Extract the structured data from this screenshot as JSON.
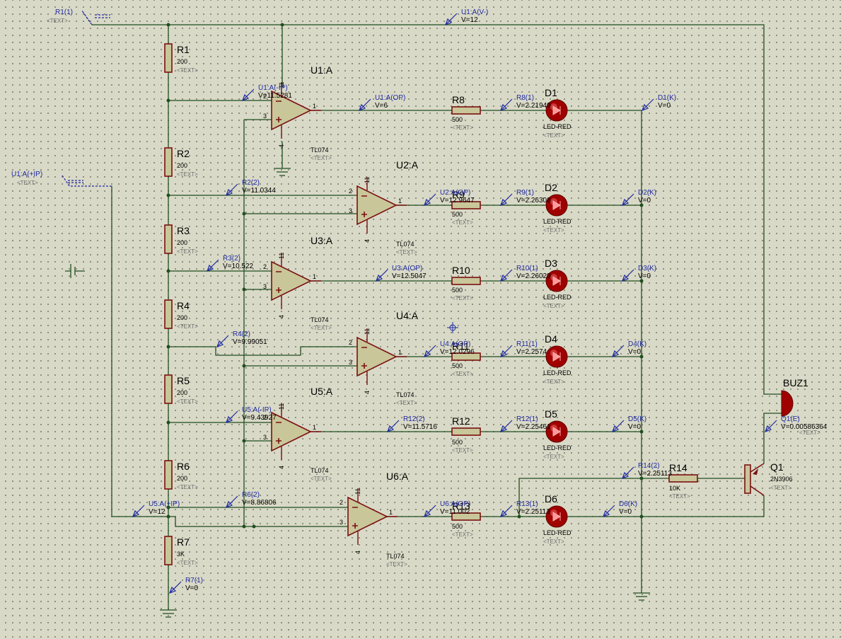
{
  "resistors": [
    {
      "ref": "R1",
      "value": "200",
      "tag": "<TEXT>"
    },
    {
      "ref": "R2",
      "value": "200",
      "tag": "<TEXT>"
    },
    {
      "ref": "R3",
      "value": "200",
      "tag": "<TEXT>"
    },
    {
      "ref": "R4",
      "value": "200",
      "tag": "<TEXT>"
    },
    {
      "ref": "R5",
      "value": "200",
      "tag": "<TEXT>"
    },
    {
      "ref": "R6",
      "value": "200",
      "tag": "<TEXT>"
    },
    {
      "ref": "R7",
      "value": "3K",
      "tag": "<TEXT>"
    },
    {
      "ref": "R8",
      "value": "500",
      "tag": "<TEXT>"
    },
    {
      "ref": "R9",
      "value": "500",
      "tag": "<TEXT>"
    },
    {
      "ref": "R10",
      "value": "500",
      "tag": "<TEXT>"
    },
    {
      "ref": "R11",
      "value": "500",
      "tag": "<TEXT>"
    },
    {
      "ref": "R12",
      "value": "500",
      "tag": "<TEXT>"
    },
    {
      "ref": "R13",
      "value": "500",
      "tag": "<TEXT>"
    },
    {
      "ref": "R14",
      "value": "10K",
      "tag": "<TEXT>"
    }
  ],
  "opamps": [
    {
      "ref": "U1:A",
      "part": "TL074",
      "tag": "<TEXT>"
    },
    {
      "ref": "U2:A",
      "part": "TL074",
      "tag": "<TEXT>"
    },
    {
      "ref": "U3:A",
      "part": "TL074",
      "tag": "<TEXT>"
    },
    {
      "ref": "U4:A",
      "part": "TL074",
      "tag": "<TEXT>"
    },
    {
      "ref": "U5:A",
      "part": "TL074",
      "tag": "<TEXT>"
    },
    {
      "ref": "U6:A",
      "part": "TL074",
      "tag": "<TEXT>"
    }
  ],
  "leds": [
    {
      "ref": "D1",
      "part": "LED-RED",
      "tag": "<TEXT>"
    },
    {
      "ref": "D2",
      "part": "LED-RED",
      "tag": "<TEXT>"
    },
    {
      "ref": "D3",
      "part": "LED-RED",
      "tag": "<TEXT>"
    },
    {
      "ref": "D4",
      "part": "LED-RED",
      "tag": "<TEXT>"
    },
    {
      "ref": "D5",
      "part": "LED-RED",
      "tag": "<TEXT>"
    },
    {
      "ref": "D6",
      "part": "LED-RED",
      "tag": "<TEXT>"
    }
  ],
  "buzzer": {
    "ref": "BUZ1",
    "tag": "<TEXT>"
  },
  "transistor": {
    "ref": "Q1",
    "part": "2N3906",
    "tag": "<TEXT>"
  },
  "generators": [
    {
      "name": "R1(1)",
      "tag": "<TEXT>"
    },
    {
      "name": "U1:A(+IP)",
      "tag": "<TEXT>"
    }
  ],
  "probes": [
    {
      "name": "U1:A(V-)",
      "value": "V=12"
    },
    {
      "name": "U1:A(-IP)",
      "value": "V=11.5281"
    },
    {
      "name": "U1:A(OP)",
      "value": "V=6"
    },
    {
      "name": "R8(1)",
      "value": "V=2.21949"
    },
    {
      "name": "D1(K)",
      "value": "V=0"
    },
    {
      "name": "R2(2)",
      "value": "V=11.0344"
    },
    {
      "name": "U2:A(OP)",
      "value": "V=12.9647"
    },
    {
      "name": "R9(1)",
      "value": "V=2.26308"
    },
    {
      "name": "D2(K)",
      "value": "V=0"
    },
    {
      "name": "R3(2)",
      "value": "V=10.522"
    },
    {
      "name": "U3:A(OP)",
      "value": "V=12.5047"
    },
    {
      "name": "R10(1)",
      "value": "V=2.26029"
    },
    {
      "name": "D3(K)",
      "value": "V=0"
    },
    {
      "name": "R4(2)",
      "value": "V=9.99051"
    },
    {
      "name": "U4:A(OP)",
      "value": "V=12.0296"
    },
    {
      "name": "R11(1)",
      "value": "V=2.2574"
    },
    {
      "name": "D4(K)",
      "value": "V=0"
    },
    {
      "name": "U5:A(-IP)",
      "value": "V=9.43927"
    },
    {
      "name": "R12(2)",
      "value": "V=11.5716"
    },
    {
      "name": "R12(1)",
      "value": "V=2.25461"
    },
    {
      "name": "D5(K)",
      "value": "V=0"
    },
    {
      "name": "Q1(E)",
      "value": "V=0.00586364"
    },
    {
      "name": "R14(2)",
      "value": "V=2.25113"
    },
    {
      "name": "U5:A(+IP)",
      "value": "V=12"
    },
    {
      "name": "R6(2)",
      "value": "V=8.86806"
    },
    {
      "name": "U6:A(OP)",
      "value": "V=11.002"
    },
    {
      "name": "R13(1)",
      "value": "V=2.25113"
    },
    {
      "name": "D6(K)",
      "value": "V=0"
    },
    {
      "name": "R7(1)",
      "value": "V=0"
    }
  ],
  "pin_numbers": [
    "1",
    "2",
    "3",
    "4",
    "11"
  ]
}
